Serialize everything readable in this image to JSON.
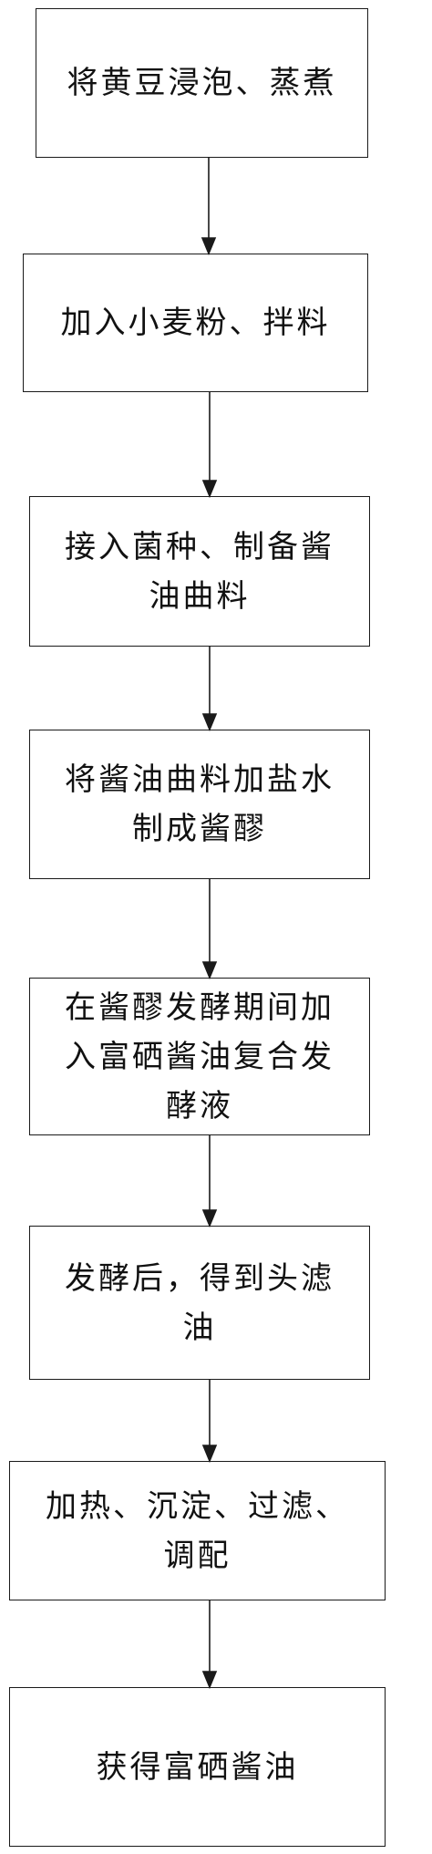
{
  "steps": [
    {
      "label": "将黄豆浸泡、蒸煮"
    },
    {
      "label": "加入小麦粉、拌料"
    },
    {
      "label": "接入菌种、制备酱\n油曲料"
    },
    {
      "label": "将酱油曲料加盐水\n制成酱醪"
    },
    {
      "label": "在酱醪发酵期间加\n入富硒酱油复合发\n酵液"
    },
    {
      "label": "发酵后，得到头滤\n油"
    },
    {
      "label": "加热、沉淀、过滤、\n调配"
    },
    {
      "label": "获得富硒酱油"
    }
  ]
}
